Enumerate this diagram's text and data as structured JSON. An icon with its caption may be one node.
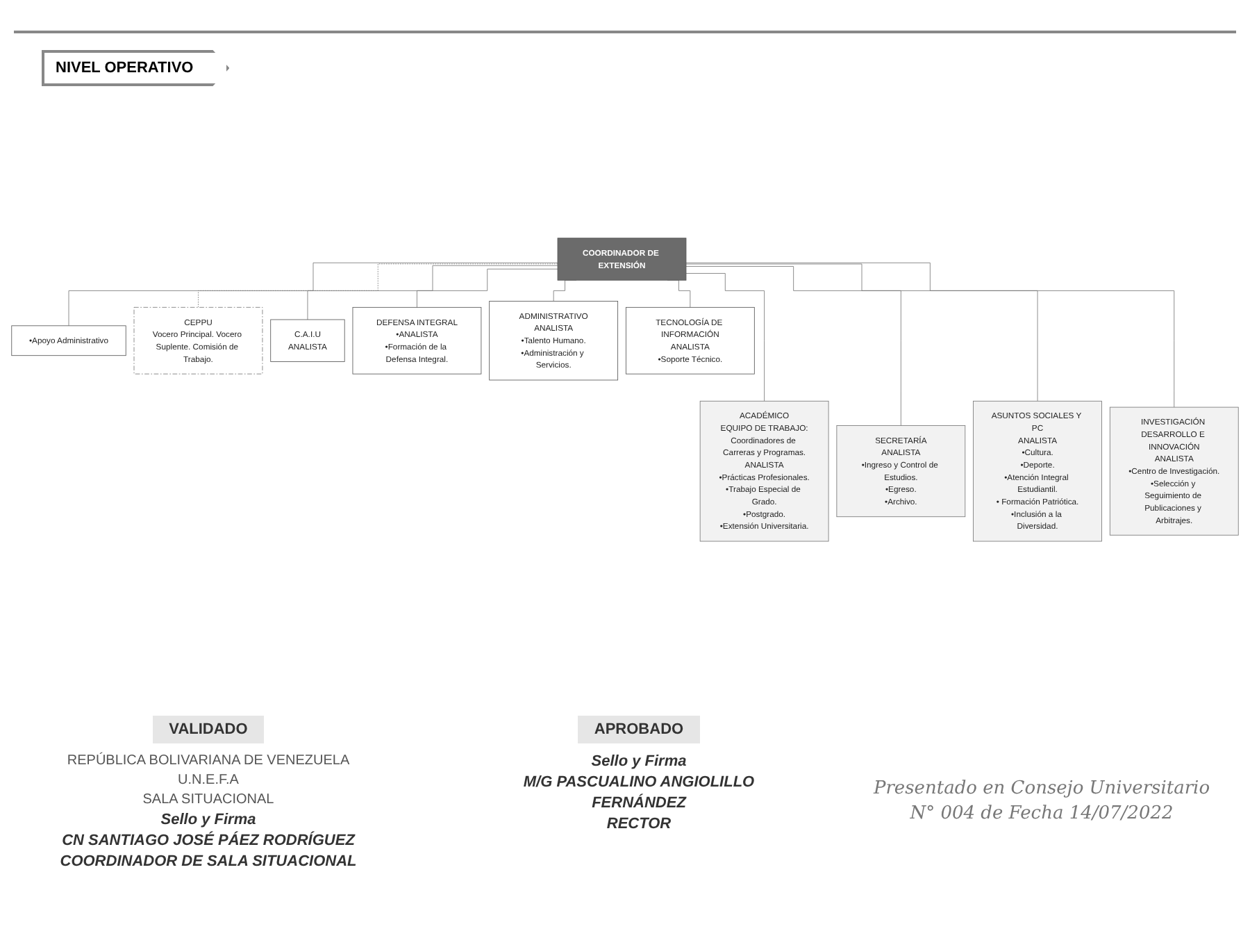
{
  "diagram": {
    "nodes": [
      {
        "text": [
          "COORDINADOR DE EXTENSIÓN"
        ]
      },
      {
        "text": [
          "•Apoyo Administrativo"
        ]
      },
      {
        "text": [
          "CEPPU",
          "Vocero Principal. Vocero Suplente. Comisión de Trabajo."
        ]
      },
      {
        "text": [
          "C.A.I.U",
          "ANALISTA"
        ]
      },
      {
        "text": [
          "DEFENSA INTEGRAL",
          "•ANALISTA",
          "•Formación de la Defensa Integral."
        ]
      },
      {
        "text": [
          "ADMINISTRATIVO",
          "ANALISTA",
          "•Talento Humano.",
          "•Administración y Servicios."
        ]
      },
      {
        "text": [
          "TECNOLOGÍA DE INFORMACIÓN",
          "ANALISTA",
          "•Soporte Técnico."
        ]
      },
      {
        "text": [
          "ACADÉMICO",
          "EQUIPO DE TRABAJO:",
          "Coordinadores de Carreras y Programas.",
          "ANALISTA",
          "•Prácticas Profesionales.",
          "•Trabajo Especial de Grado.",
          "•Postgrado.",
          "•Extensión Universitaria."
        ]
      },
      {
        "text": [
          "SECRETARÍA",
          "ANALISTA",
          "•Ingreso y Control de Estudios.",
          "•Egreso.",
          "•Archivo."
        ]
      },
      {
        "text": [
          "ASUNTOS SOCIALES Y PC",
          "ANALISTA",
          "•Cultura.",
          "•Deporte.",
          "•Atención Integral Estudiantil.",
          "• Formación Patriótica.",
          "•Inclusión a la Diversidad."
        ]
      },
      {
        "text": [
          "INVESTIGACIÓN DESARROLLO E INNOVACIÓN",
          "ANALISTA",
          "•Centro de Investigación.",
          "•Selección y Seguimiento de Publicaciones y Arbitrajes."
        ]
      }
    ],
    "edges": [
      {
        "from": 0,
        "to": 1,
        "arrow": "none"
      },
      {
        "from": 0,
        "to": 2,
        "arrow": "none",
        "style": "dashed"
      },
      {
        "from": 0,
        "to": 3,
        "arrow": "none"
      },
      {
        "from": 0,
        "to": 4,
        "arrow": "none"
      },
      {
        "from": 0,
        "to": 5,
        "arrow": "none"
      },
      {
        "from": 0,
        "to": 6,
        "arrow": "none"
      },
      {
        "from": 0,
        "to": 7,
        "arrow": "none"
      },
      {
        "from": 0,
        "to": 8,
        "arrow": "none"
      },
      {
        "from": 0,
        "to": 9,
        "arrow": "none"
      },
      {
        "from": 0,
        "to": 10,
        "arrow": "none"
      }
    ],
    "labels": [
      "NIVEL OPERATIVO",
      "VALIDADO",
      "REPÚBLICA BOLIVARIANA DE VENEZUELA",
      "U.N.E.F.A",
      "SALA SITUACIONAL",
      "Sello y Firma",
      "CN SANTIAGO JOSÉ PÁEZ RODRÍGUEZ",
      "COORDINADOR DE SALA SITUACIONAL",
      "APROBADO",
      "Sello y Firma",
      "M/G PASCUALINO ANGIOLILLO",
      "FERNÁNDEZ",
      "RECTOR",
      "Presentado en Consejo Universitario",
      "N° 004 de Fecha 14/07/2022"
    ]
  }
}
